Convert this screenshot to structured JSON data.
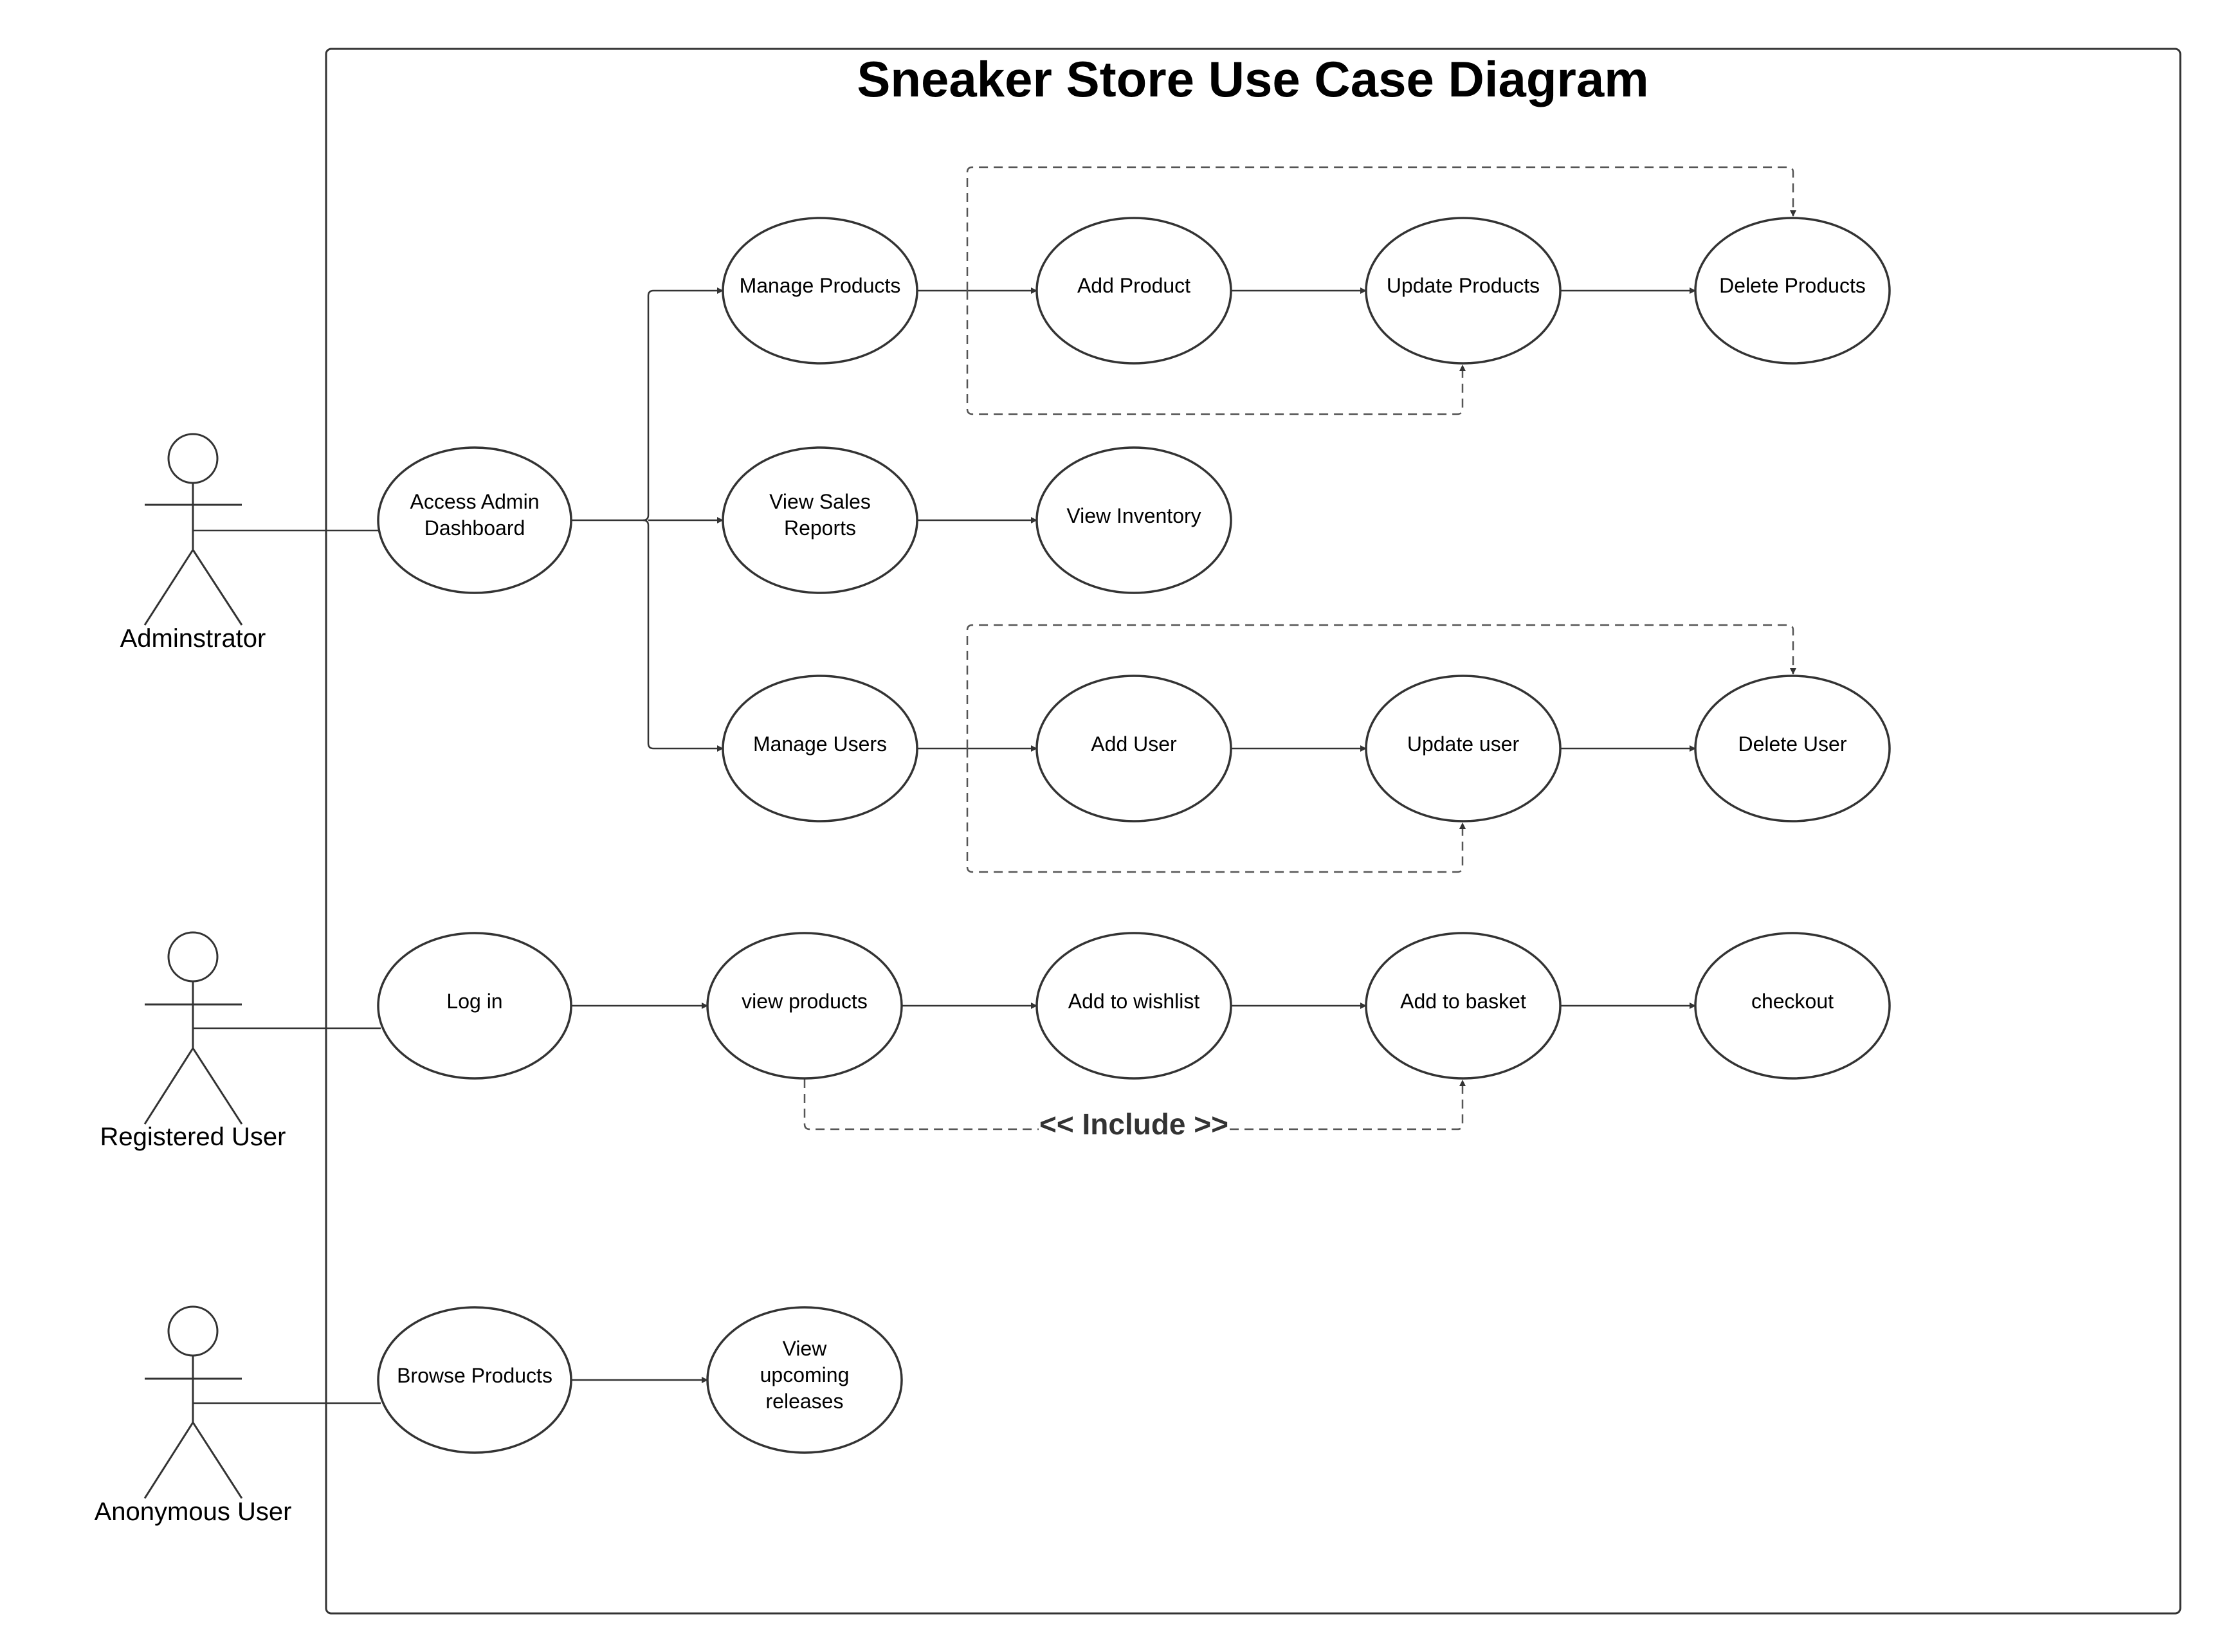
{
  "diagram": {
    "title": "Sneaker Store Use Case Diagram",
    "actors": {
      "administrator": "Adminstrator",
      "registered": "Registered User",
      "anonymous": "Anonymous User"
    },
    "use_cases": {
      "access_admin": [
        "Access Admin",
        "Dashboard"
      ],
      "manage_products": [
        "Manage Products"
      ],
      "add_product": [
        "Add Product"
      ],
      "update_products": [
        "Update Products"
      ],
      "delete_products": [
        "Delete Products"
      ],
      "view_sales": [
        "View Sales",
        "Reports"
      ],
      "view_inventory": [
        "View Inventory"
      ],
      "manage_users": [
        "Manage Users"
      ],
      "add_user": [
        "Add User"
      ],
      "update_user": [
        "Update user"
      ],
      "delete_user": [
        "Delete User"
      ],
      "log_in": [
        "Log in"
      ],
      "view_products": [
        "view products"
      ],
      "add_wishlist": [
        "Add to wishlist"
      ],
      "add_basket": [
        "Add to basket"
      ],
      "checkout": [
        "checkout"
      ],
      "browse_products": [
        "Browse Products"
      ],
      "view_upcoming": [
        "View",
        "upcoming",
        "releases"
      ]
    },
    "include_label": "<< Include >>",
    "colors": {
      "stroke": "#333333",
      "background": "#ffffff"
    }
  }
}
